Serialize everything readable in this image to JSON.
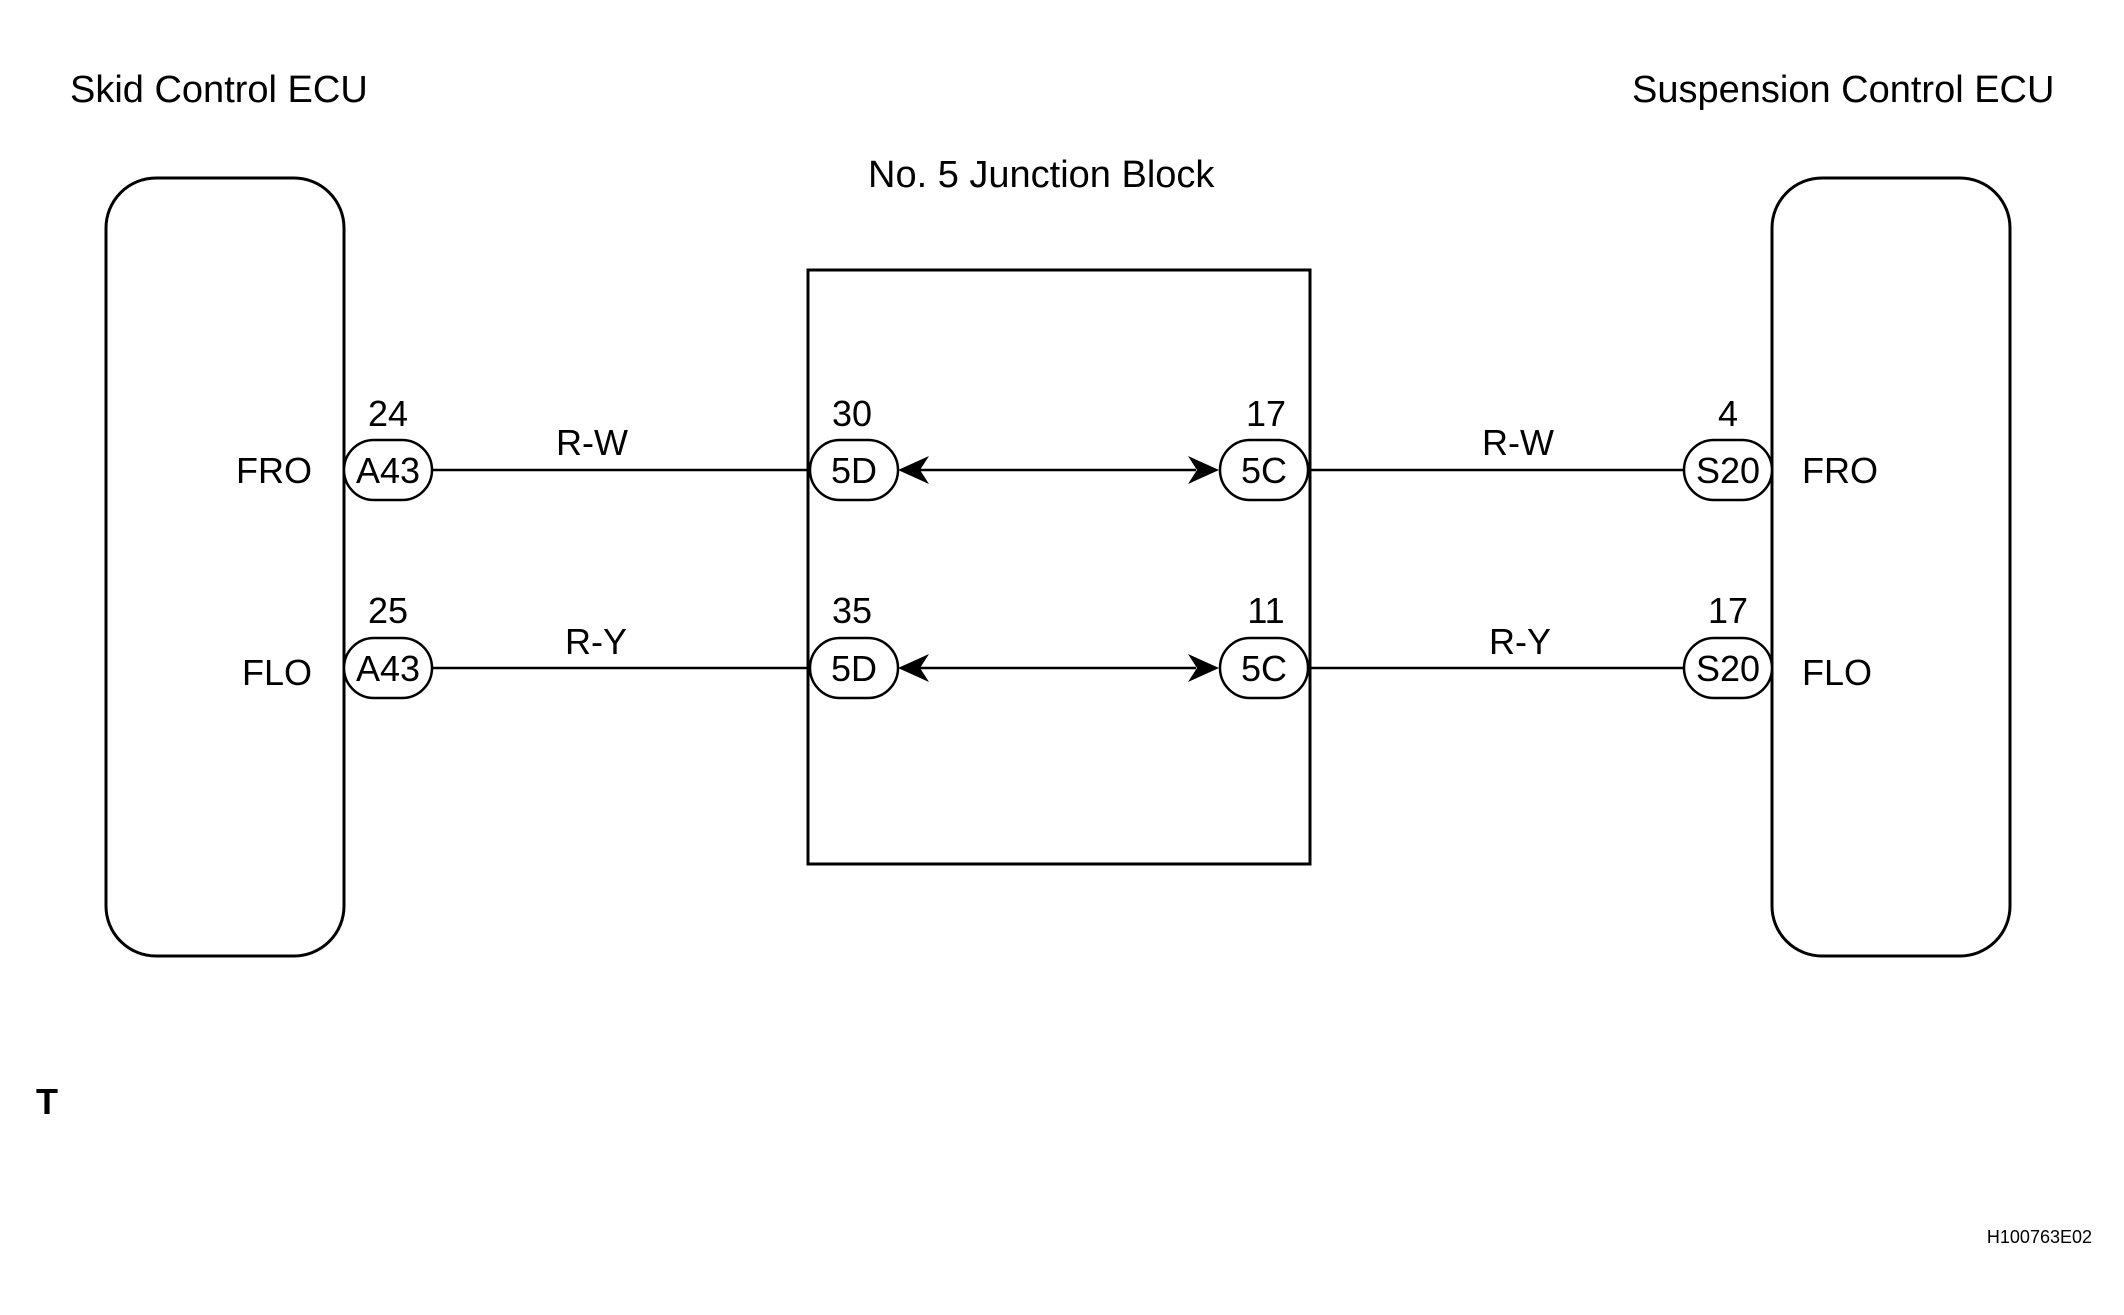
{
  "components": {
    "skid_ecu": {
      "title": "Skid Control ECU"
    },
    "junction_block": {
      "title": "No. 5 Junction Block"
    },
    "suspension_ecu": {
      "title": "Suspension Control ECU"
    }
  },
  "circuits": [
    {
      "skid_terminal": "FRO",
      "skid_pin": "24",
      "skid_connector": "A43",
      "wire_left": "R-W",
      "jb_left_pin": "30",
      "jb_left_connector": "5D",
      "jb_right_pin": "17",
      "jb_right_connector": "5C",
      "wire_right": "R-W",
      "susp_pin": "4",
      "susp_connector": "S20",
      "susp_terminal": "FRO"
    },
    {
      "skid_terminal": "FLO",
      "skid_pin": "25",
      "skid_connector": "A43",
      "wire_left": "R-Y",
      "jb_left_pin": "35",
      "jb_left_connector": "5D",
      "jb_right_pin": "11",
      "jb_right_connector": "5C",
      "wire_right": "R-Y",
      "susp_pin": "17",
      "susp_connector": "S20",
      "susp_terminal": "FLO"
    }
  ],
  "footer": {
    "marker": "T",
    "figure_id": "H100763E02"
  }
}
